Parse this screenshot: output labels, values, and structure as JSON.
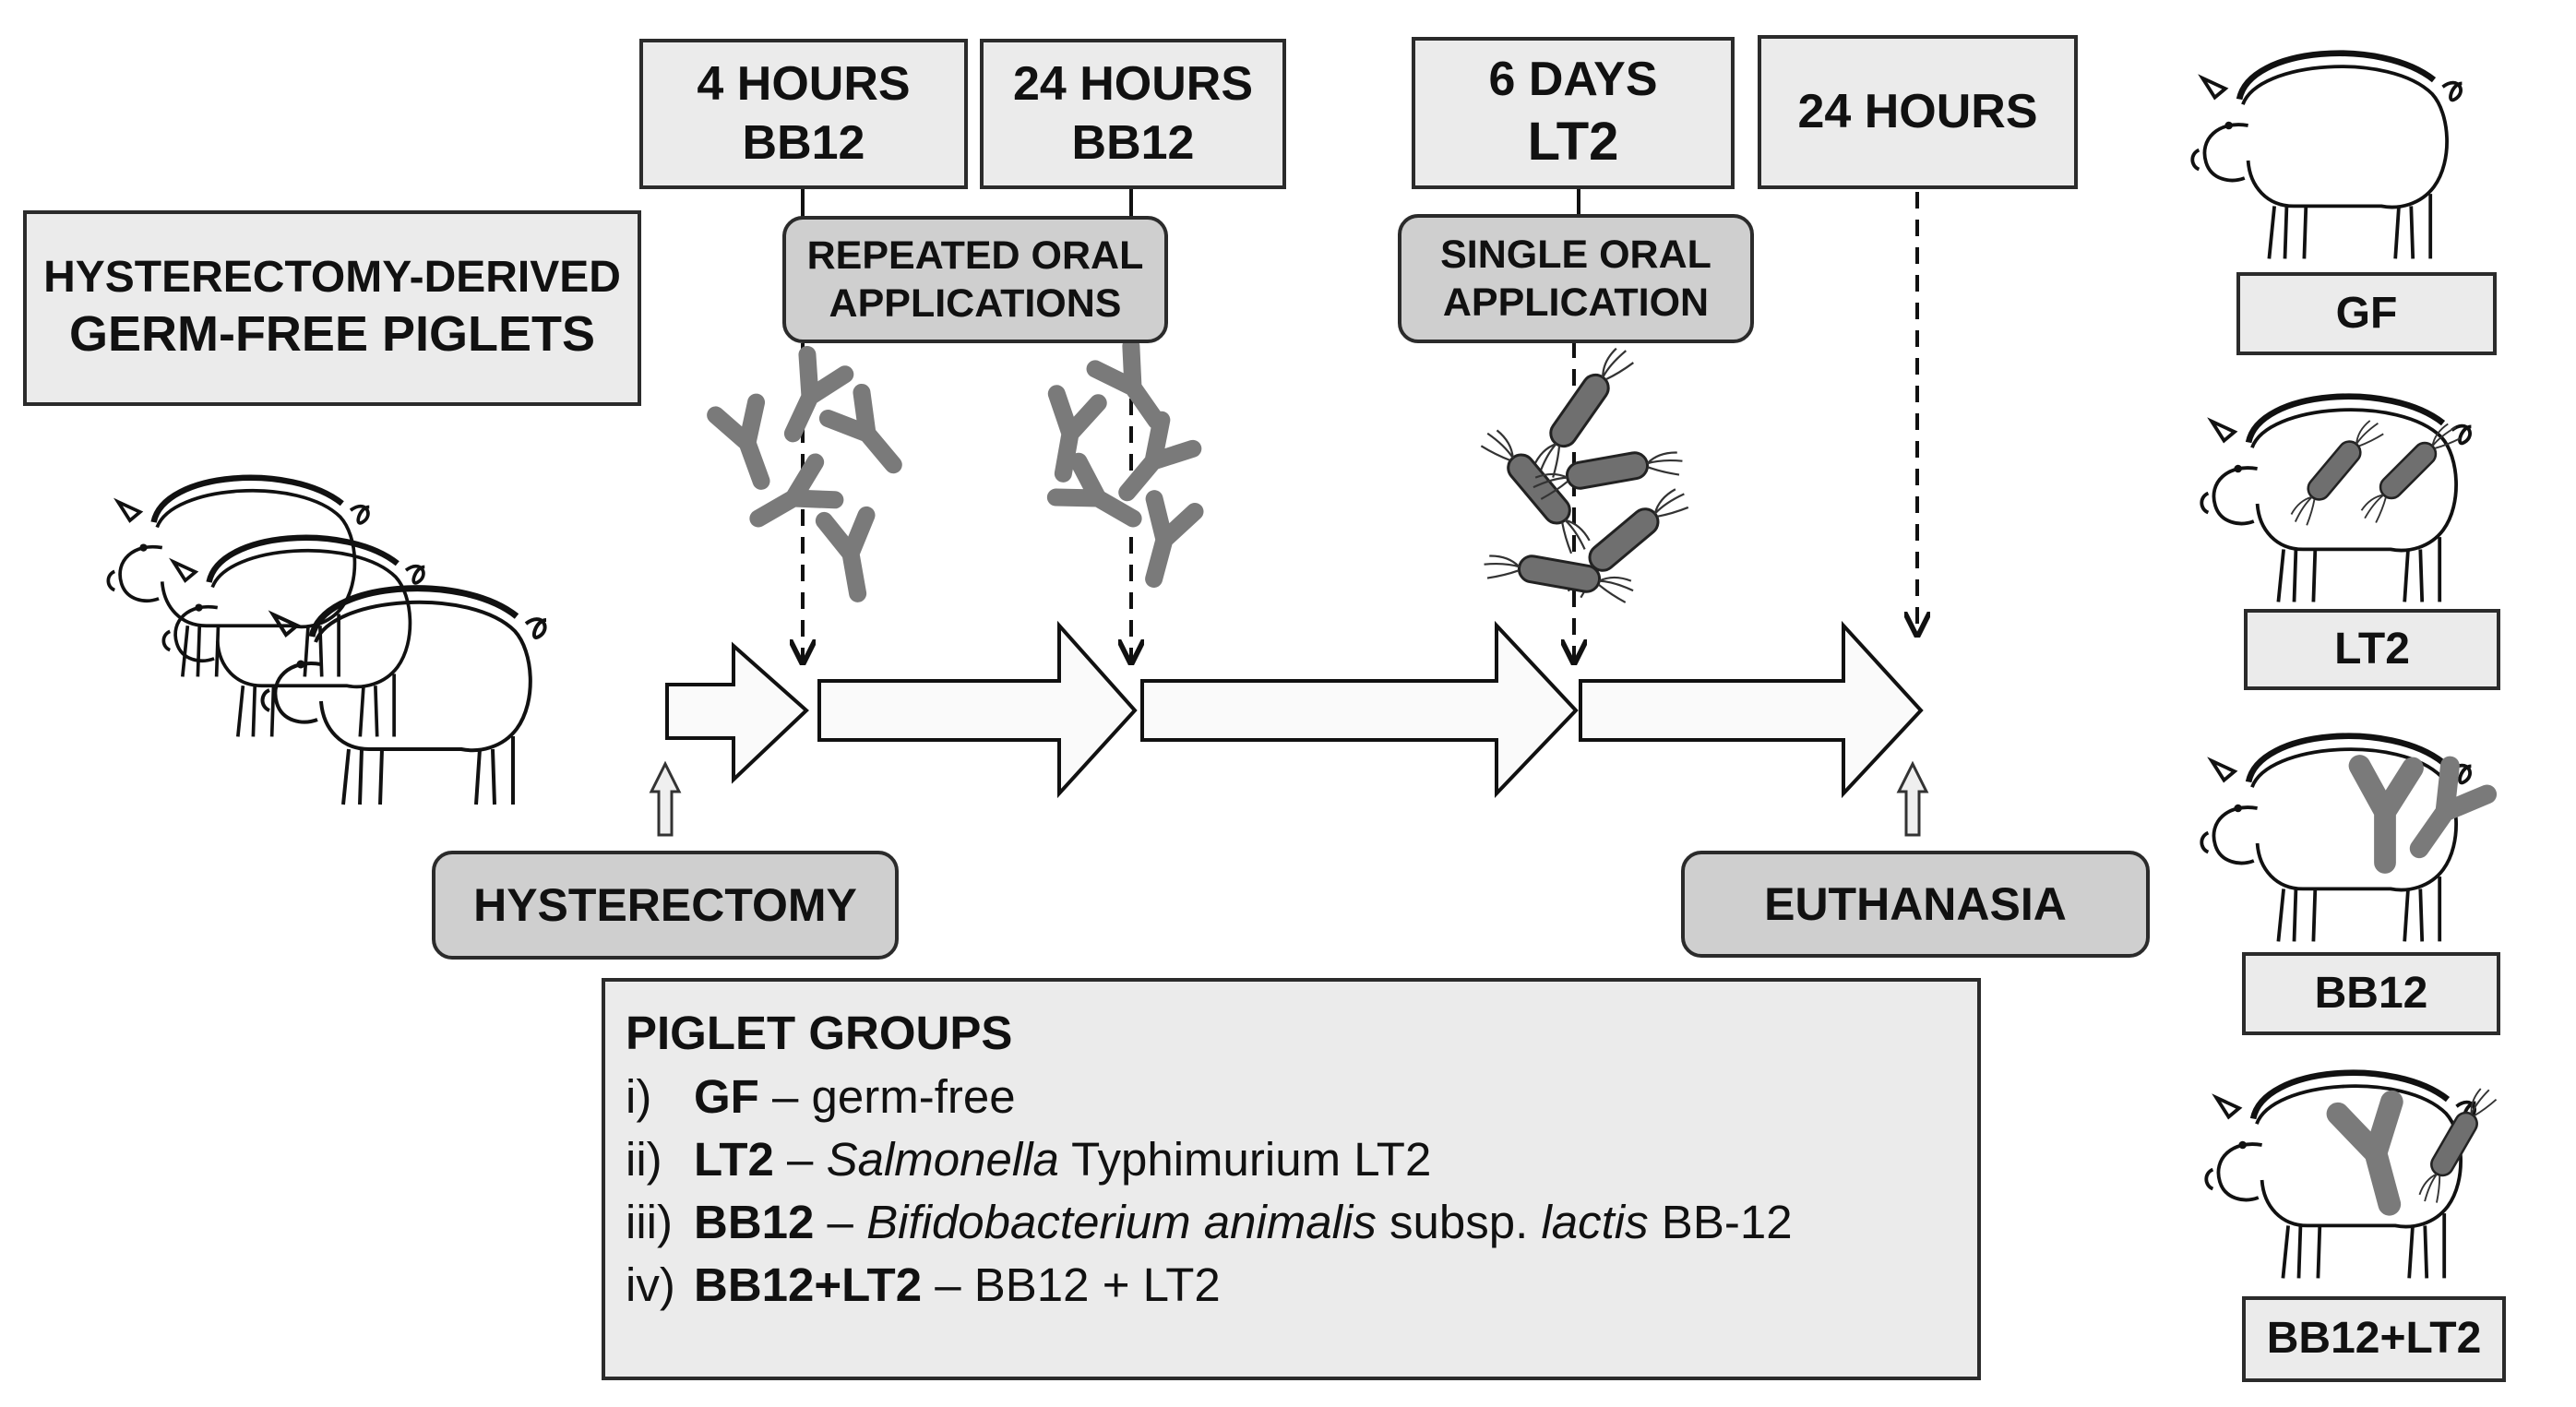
{
  "colors": {
    "box_fill": "#ebebeb",
    "rounded_fill": "#cfcfcf",
    "outline": "#2b2b2b",
    "bacteria_fill": "#7a7a7a"
  },
  "source_box": {
    "line1": "HYSTERECTOMY-DERIVED",
    "line2": "GERM-FREE PIGLETS"
  },
  "timeline": {
    "step1": {
      "line1": "4 HOURS",
      "line2": "BB12"
    },
    "step2": {
      "line1": "24 HOURS",
      "line2": "BB12"
    },
    "step3": {
      "line1": "6 DAYS",
      "line2": "LT2"
    },
    "step4": {
      "line1": "24 HOURS"
    }
  },
  "application": {
    "repeated": {
      "line1": "REPEATED ORAL",
      "line2": "APPLICATIONS"
    },
    "single": {
      "line1": "SINGLE ORAL",
      "line2": "APPLICATION"
    }
  },
  "events": {
    "start": "HYSTERECTOMY",
    "end": "EUTHANASIA"
  },
  "legend": {
    "title": "PIGLET GROUPS",
    "items": [
      {
        "num": "i)",
        "group": "GF",
        "dash": " – ",
        "parts": [
          {
            "t": "germ-free",
            "i": false
          }
        ]
      },
      {
        "num": "ii)",
        "group": "LT2",
        "dash": " – ",
        "parts": [
          {
            "t": "Salmonella",
            "i": true
          },
          {
            "t": " Typhimurium LT2",
            "i": false
          }
        ]
      },
      {
        "num": "iii)",
        "group": "BB12",
        "dash": " – ",
        "parts": [
          {
            "t": "Bifidobacterium animalis",
            "i": true
          },
          {
            "t": " subsp. ",
            "i": false
          },
          {
            "t": "lactis",
            "i": true
          },
          {
            "t": " BB-12",
            "i": false
          }
        ]
      },
      {
        "num": "iv)",
        "group": "BB12+LT2",
        "dash": " – ",
        "parts": [
          {
            "t": "BB12 + LT2",
            "i": false
          }
        ]
      }
    ]
  },
  "groups": [
    {
      "label": "GF",
      "colonization": "none"
    },
    {
      "label": "LT2",
      "colonization": "salmonella"
    },
    {
      "label": "BB12",
      "colonization": "bifidobacterium"
    },
    {
      "label": "BB12+LT2",
      "colonization": "both"
    }
  ],
  "icons": {
    "piglets": "piglet-outline-icon",
    "bifidobacterium": "bifidobacterium-y-shape-icon",
    "salmonella": "salmonella-rod-flagella-icon"
  }
}
